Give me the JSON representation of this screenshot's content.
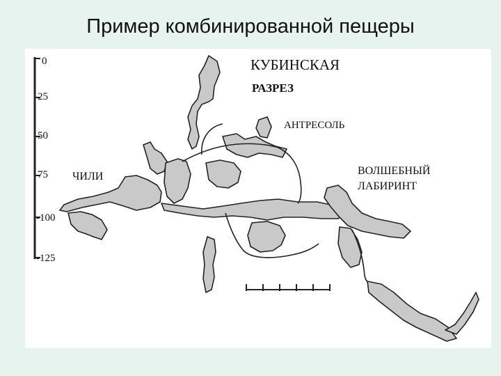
{
  "slide_title": "Пример комбинированной пещеры",
  "cave_name": "КУБИНСКАЯ",
  "section_type": "РАЗРЕЗ",
  "labels": {
    "antresol": "АНТРЕСОЛЬ",
    "chili": "ЧИЛИ",
    "labyrinth_line1": "ВОЛШЕБНЫЙ",
    "labyrinth_line2": "ЛАБИРИНТ"
  },
  "depth_scale": {
    "ticks": [
      "0",
      "25",
      "50",
      "75",
      "-100",
      "-125"
    ]
  },
  "colors": {
    "background": "#e6f3ee",
    "cave_fill": "#c9c9c9",
    "outline": "#222222"
  }
}
